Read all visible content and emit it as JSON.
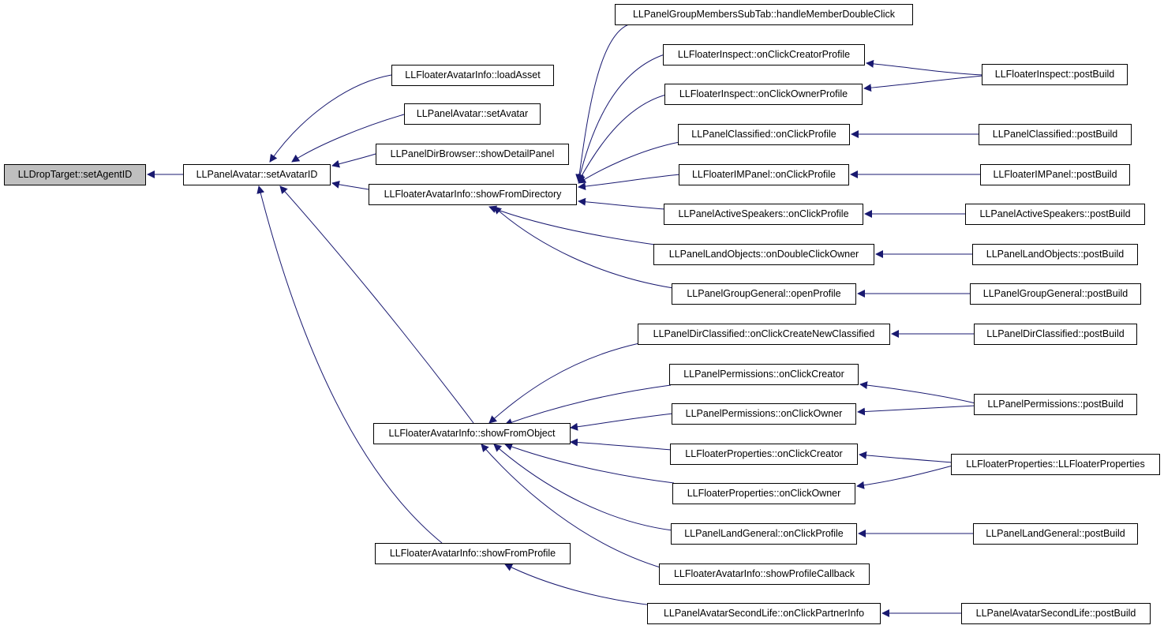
{
  "colors": {
    "edge": "#191970",
    "root_fill": "#bfbfbf",
    "node_fill": "#ffffff",
    "border": "#000000"
  },
  "nodes": {
    "n0": "LLDropTarget::setAgentID",
    "n1": "LLPanelAvatar::setAvatarID",
    "n2": "LLFloaterAvatarInfo::loadAsset",
    "n3": "LLPanelAvatar::setAvatar",
    "n4": "LLPanelDirBrowser::showDetailPanel",
    "n5": "LLFloaterAvatarInfo::showFromDirectory",
    "n6": "LLFloaterAvatarInfo::showFromObject",
    "n7": "LLFloaterAvatarInfo::showFromProfile",
    "n8": "LLPanelGroupMembersSubTab::handleMemberDoubleClick",
    "n9": "LLFloaterInspect::onClickCreatorProfile",
    "n10": "LLFloaterInspect::onClickOwnerProfile",
    "n11": "LLPanelClassified::onClickProfile",
    "n12": "LLFloaterIMPanel::onClickProfile",
    "n13": "LLPanelActiveSpeakers::onClickProfile",
    "n14": "LLPanelLandObjects::onDoubleClickOwner",
    "n15": "LLPanelGroupGeneral::openProfile",
    "n16": "LLPanelDirClassified::onClickCreateNewClassified",
    "n17": "LLPanelPermissions::onClickCreator",
    "n18": "LLPanelPermissions::onClickOwner",
    "n19": "LLFloaterProperties::onClickCreator",
    "n20": "LLFloaterProperties::onClickOwner",
    "n21": "LLPanelLandGeneral::onClickProfile",
    "n22": "LLFloaterAvatarInfo::showProfileCallback",
    "n23": "LLPanelAvatarSecondLife::onClickPartnerInfo",
    "n24": "LLFloaterInspect::postBuild",
    "n25": "LLPanelClassified::postBuild",
    "n26": "LLFloaterIMPanel::postBuild",
    "n27": "LLPanelActiveSpeakers::postBuild",
    "n28": "LLPanelLandObjects::postBuild",
    "n29": "LLPanelGroupGeneral::postBuild",
    "n30": "LLPanelDirClassified::postBuild",
    "n31": "LLPanelPermissions::postBuild",
    "n32": "LLFloaterProperties::LLFloaterProperties",
    "n33": "LLPanelLandGeneral::postBuild",
    "n34": "LLPanelAvatarSecondLife::postBuild"
  }
}
